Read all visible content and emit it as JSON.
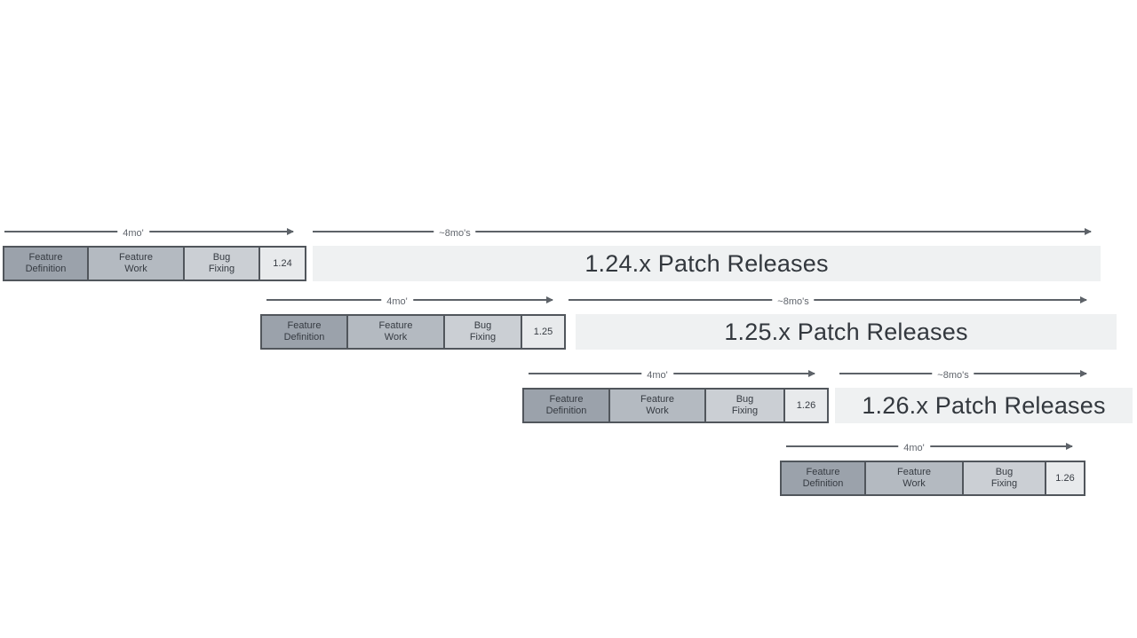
{
  "colors": {
    "background": "#ffffff",
    "phase_definition": "#9ba2ab",
    "phase_work": "#b4bac1",
    "phase_bugfix": "#cbcfd4",
    "version_box": "#e8eaec",
    "patch_bar": "#eff1f2",
    "box_border": "#51565c",
    "arrow": "#5d6268",
    "label_text": "#60656c",
    "box_text": "#363b42",
    "patch_text": "#33383e"
  },
  "rows": [
    {
      "version": "1.24",
      "dev_duration_label": "4mo'",
      "patch_duration_label": "~8mo's",
      "patch_label": "1.24.x Patch Releases",
      "phases": [
        {
          "line1": "Feature",
          "line2": "Definition"
        },
        {
          "line1": "Feature",
          "line2": "Work"
        },
        {
          "line1": "Bug",
          "line2": "Fixing"
        }
      ]
    },
    {
      "version": "1.25",
      "dev_duration_label": "4mo'",
      "patch_duration_label": "~8mo's",
      "patch_label": "1.25.x Patch Releases",
      "phases": [
        {
          "line1": "Feature",
          "line2": "Definition"
        },
        {
          "line1": "Feature",
          "line2": "Work"
        },
        {
          "line1": "Bug",
          "line2": "Fixing"
        }
      ]
    },
    {
      "version": "1.26",
      "dev_duration_label": "4mo'",
      "patch_duration_label": "~8mo's",
      "patch_label": "1.26.x Patch Releases",
      "phases": [
        {
          "line1": "Feature",
          "line2": "Definition"
        },
        {
          "line1": "Feature",
          "line2": "Work"
        },
        {
          "line1": "Bug",
          "line2": "Fixing"
        }
      ]
    },
    {
      "version": "1.26",
      "dev_duration_label": "4mo'",
      "phases": [
        {
          "line1": "Feature",
          "line2": "Definition"
        },
        {
          "line1": "Feature",
          "line2": "Work"
        },
        {
          "line1": "Bug",
          "line2": "Fixing"
        }
      ]
    }
  ]
}
